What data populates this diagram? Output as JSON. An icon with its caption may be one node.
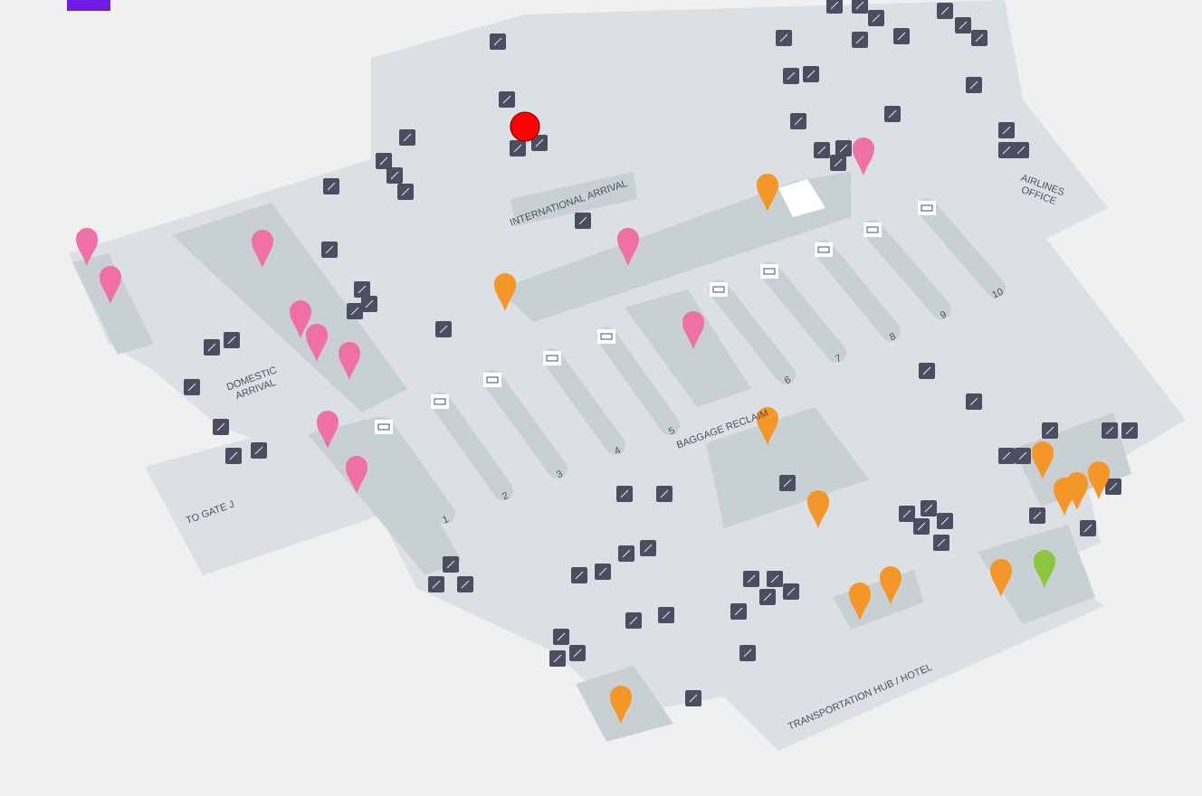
{
  "diagram": {
    "labels": [
      "INTERNATIONAL ARRIVAL",
      "AIRLINES OFFICE",
      "DOMESTIC ARRIVAL",
      "TO GATE J",
      "BAGGAGE RECLAIM",
      "TRANSPORTATION HUB / HOTEL",
      "1",
      "2",
      "3",
      "4",
      "5",
      "6",
      "7",
      "8",
      "9",
      "10"
    ]
  }
}
